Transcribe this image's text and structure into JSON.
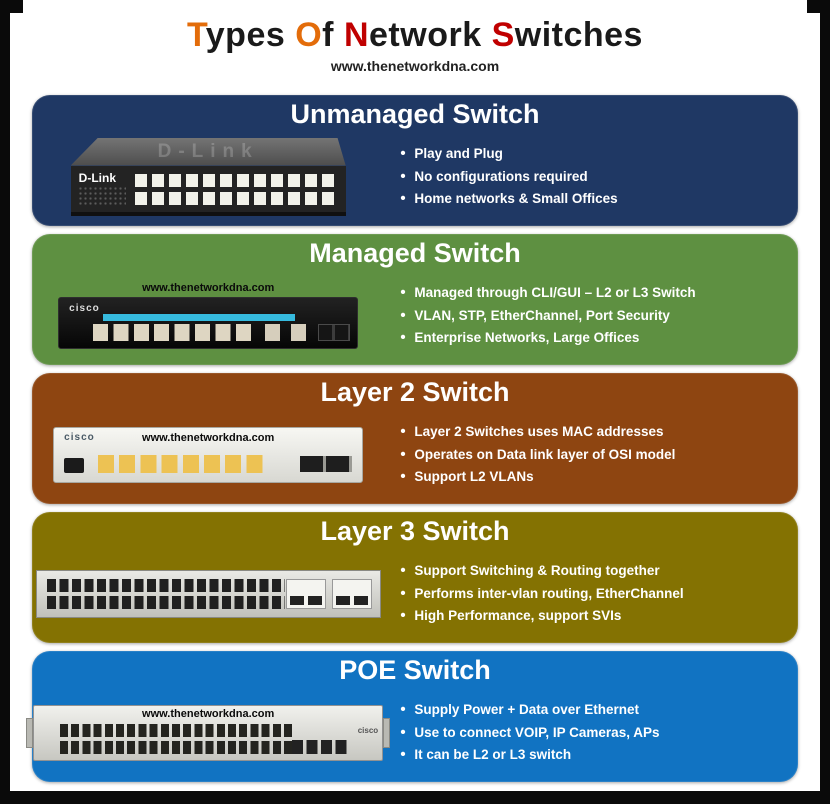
{
  "header": {
    "title_segments": [
      {
        "text": "T",
        "color": "#e36c0a"
      },
      {
        "text": "ypes ",
        "color": "#1a1a1a"
      },
      {
        "text": "O",
        "color": "#e36c0a"
      },
      {
        "text": "f ",
        "color": "#1a1a1a"
      },
      {
        "text": "N",
        "color": "#c00000"
      },
      {
        "text": "etwork ",
        "color": "#1a1a1a"
      },
      {
        "text": "S",
        "color": "#c00000"
      },
      {
        "text": "witches",
        "color": "#1a1a1a"
      }
    ],
    "subtitle": "www.thenetworkdna.com"
  },
  "panels": [
    {
      "title": "Unmanaged Switch",
      "bg": "#1f3864",
      "bullets": [
        "Play and Plug",
        "No configurations required",
        "Home networks & Small Offices"
      ],
      "device": {
        "brand": "D-Link"
      }
    },
    {
      "title": "Managed Switch",
      "bg": "#5e9041",
      "bullets": [
        "Managed through CLI/GUI – L2 or L3 Switch",
        "VLAN, STP, EtherChannel, Port Security",
        "Enterprise Networks, Large Offices"
      ],
      "device": {
        "brand": "cisco",
        "watermark": "www.thenetworkdna.com"
      }
    },
    {
      "title": "Layer 2 Switch",
      "bg": "#8e4511",
      "bullets": [
        "Layer 2 Switches uses MAC addresses",
        "Operates on Data link layer of OSI model",
        "Support L2 VLANs"
      ],
      "device": {
        "brand": "cisco",
        "watermark": "www.thenetworkdna.com"
      }
    },
    {
      "title": "Layer 3 Switch",
      "bg": "#847202",
      "bullets": [
        "Support Switching & Routing together",
        "Performs inter-vlan routing, EtherChannel",
        "High Performance, support SVIs"
      ],
      "device": {}
    },
    {
      "title": "POE Switch",
      "bg": "#1173c2",
      "bullets": [
        "Supply Power + Data over Ethernet",
        "Use to connect VOIP, IP Cameras, APs",
        "It can be L2 or L3 switch"
      ],
      "device": {
        "brand": "cisco",
        "watermark": "www.thenetworkdna.com"
      }
    }
  ]
}
